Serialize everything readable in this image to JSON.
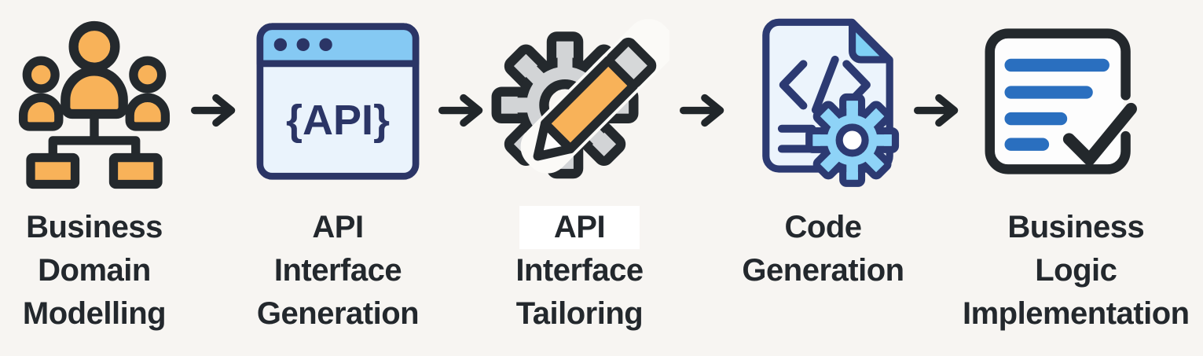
{
  "title": "API development workflow diagram",
  "background_color": "#f7f5f2",
  "text_color": "#23282d",
  "colors": {
    "accent_orange": "#f8b259",
    "outline_dark": "#24292d",
    "arrow_dark": "#21262a",
    "navy": "#2b3566",
    "doc_navy": "#2c3a72",
    "header_blue": "#85c9f3",
    "pale_blue": "#eaf3fc",
    "fold_blue": "#7fd0f5",
    "gear_sky_blue": "#8ed3f7",
    "gear_gray": "#d2d4d6",
    "list_bar_blue": "#2a6fbf"
  },
  "stages": [
    {
      "id": "business-domain-modelling",
      "icon": "org-chart-people-icon",
      "label_lines": [
        "Business",
        "Domain",
        "Modelling"
      ]
    },
    {
      "id": "api-interface-generation",
      "icon": "browser-window-api-icon",
      "icon_text": "{API}",
      "label_lines": [
        "API",
        "Interface",
        "Generation"
      ]
    },
    {
      "id": "api-interface-tailoring",
      "icon": "gear-pencil-icon",
      "label_lines": [
        "API",
        "Interface",
        "Tailoring"
      ]
    },
    {
      "id": "code-generation",
      "icon": "code-file-gear-icon",
      "label_lines": [
        "Code",
        "Generation"
      ]
    },
    {
      "id": "business-logic-implementation",
      "icon": "checklist-check-icon",
      "label_lines": [
        "Business",
        "Logic",
        "Implementation"
      ]
    }
  ],
  "connectors": {
    "type": "right-arrow",
    "count": 4,
    "color": "#21262a"
  }
}
